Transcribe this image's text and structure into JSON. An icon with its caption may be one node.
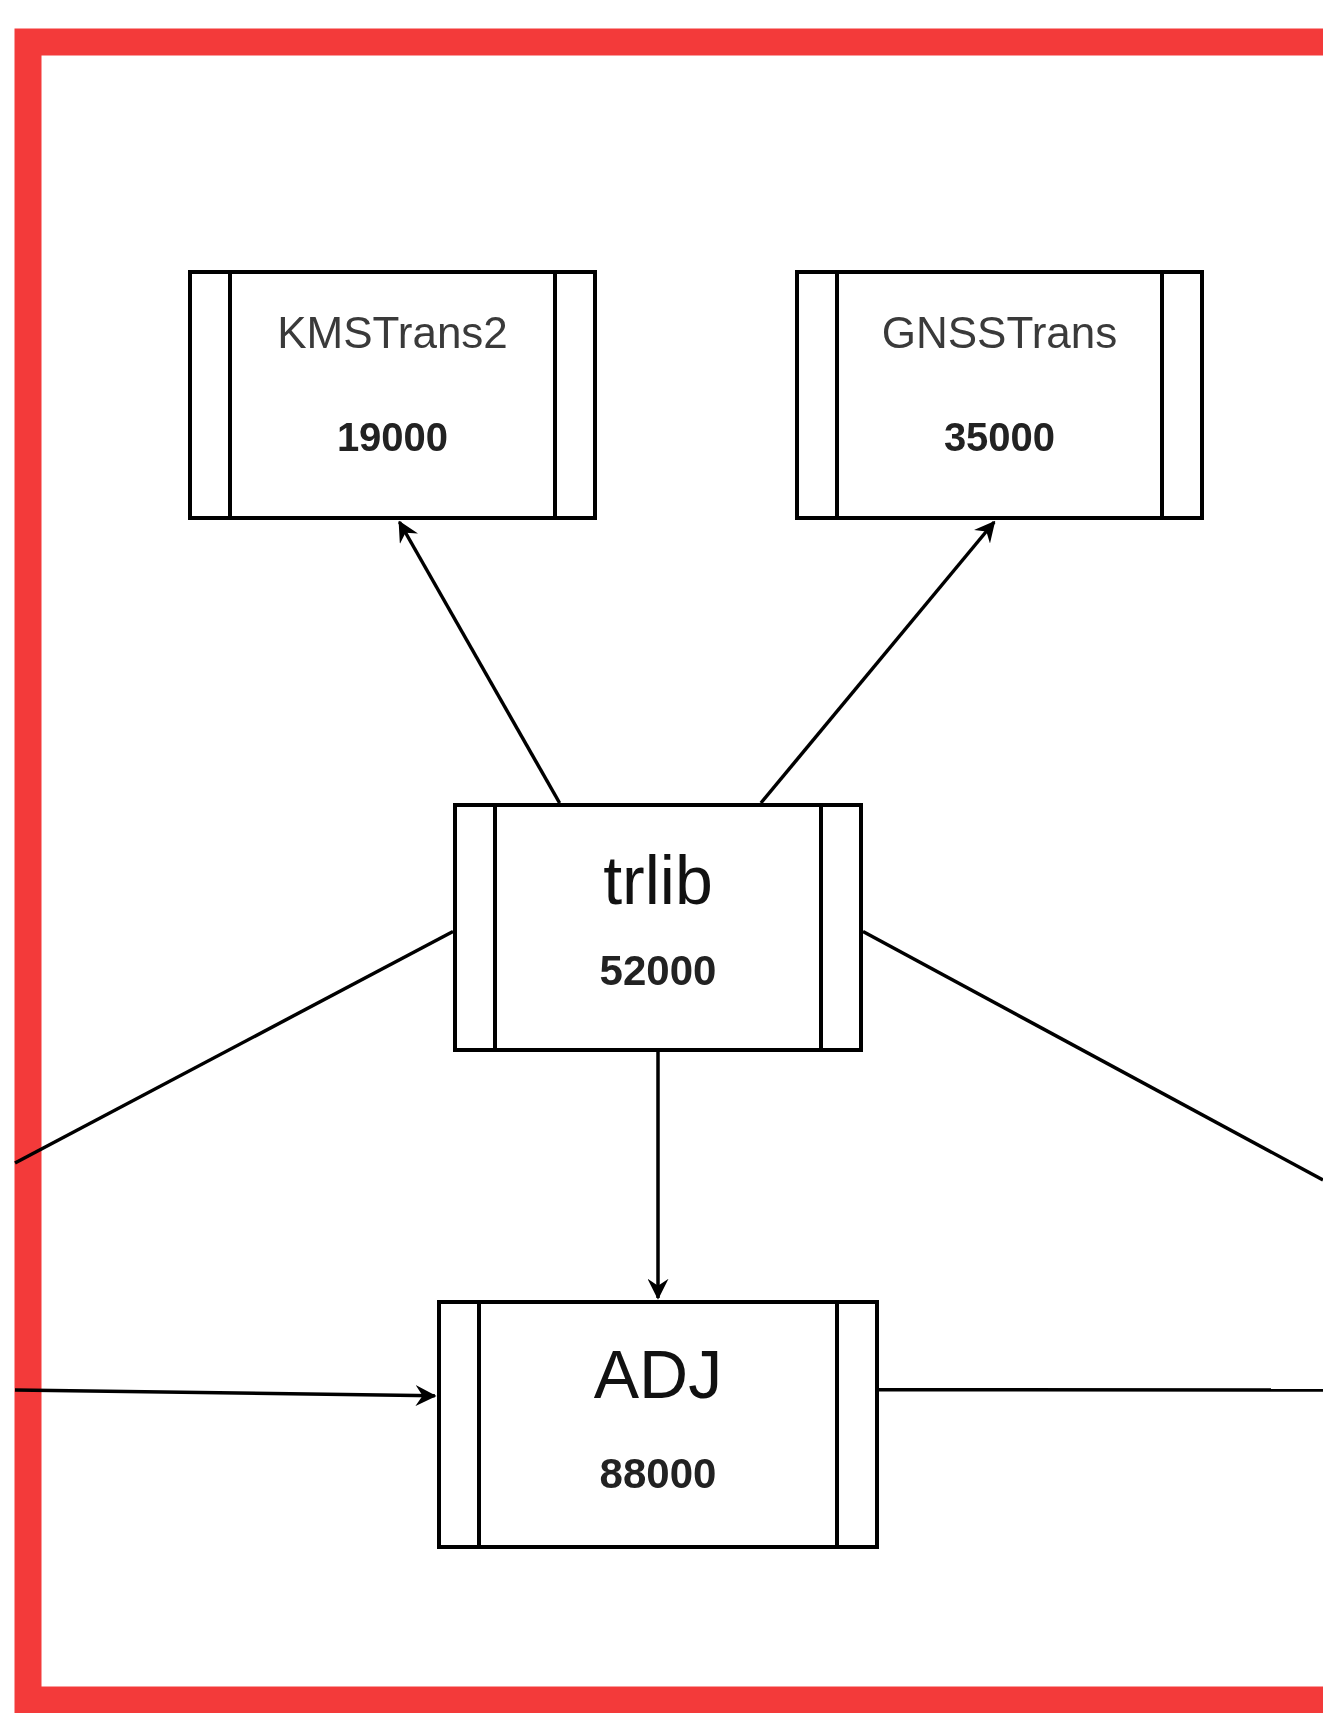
{
  "diagram": {
    "nodes": [
      {
        "text": [
          "KMSTrans2",
          "19000"
        ]
      },
      {
        "text": [
          "GNSSTrans",
          "35000"
        ]
      },
      {
        "text": [
          "trlib",
          "52000"
        ]
      },
      {
        "text": [
          "ADJ",
          "88000"
        ]
      }
    ],
    "edges": [
      {
        "from": 2,
        "to": 0,
        "arrow": "to"
      },
      {
        "from": 2,
        "to": 1,
        "arrow": "to"
      },
      {
        "from": 2,
        "to": 3,
        "arrow": "to"
      },
      {
        "from": null,
        "to": 2,
        "arrow": "none"
      },
      {
        "from": 2,
        "to": null,
        "arrow": "none"
      },
      {
        "from": null,
        "to": 3,
        "arrow": "to"
      },
      {
        "from": 3,
        "to": null,
        "arrow": "none"
      }
    ]
  }
}
